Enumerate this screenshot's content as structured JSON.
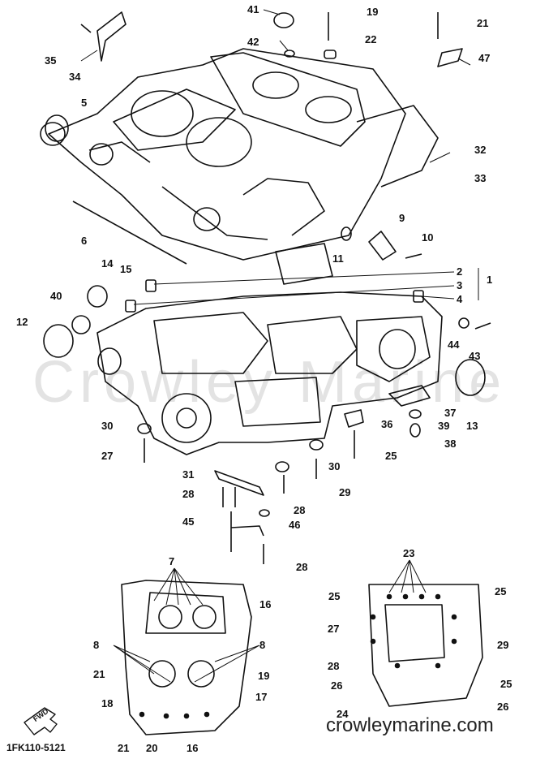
{
  "watermark": "Crowley Marine",
  "footer_code": "1FK110-5121",
  "brand": "crowleymarine.com",
  "front_arrow": "FWD",
  "callouts": [
    "41",
    "19",
    "21",
    "35",
    "42",
    "22",
    "47",
    "34",
    "5",
    "32",
    "33",
    "9",
    "10",
    "6",
    "11",
    "2",
    "3",
    "1",
    "4",
    "14",
    "15",
    "40",
    "12",
    "44",
    "43",
    "13",
    "37",
    "39",
    "38",
    "30",
    "36",
    "27",
    "25",
    "31",
    "28",
    "30",
    "29",
    "28",
    "45",
    "46",
    "28",
    "7",
    "16",
    "8",
    "8",
    "21",
    "19",
    "18",
    "17",
    "21",
    "20",
    "16",
    "23",
    "25",
    "25",
    "27",
    "29",
    "28",
    "26",
    "25",
    "26",
    "24"
  ]
}
